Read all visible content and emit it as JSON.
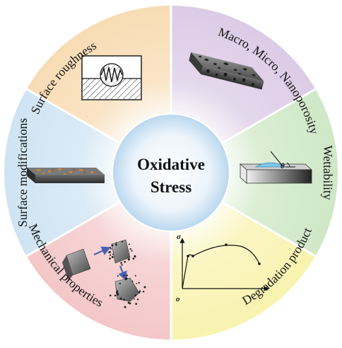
{
  "center": {
    "line1": "Oxidative",
    "line2": "Stress"
  },
  "segments": [
    {
      "id": "surface-roughness",
      "label": "Surface roughness",
      "color": "#f8dcb4"
    },
    {
      "id": "porosity",
      "label": "Macro, Micro, Nanoporosity",
      "color": "#dccbe6"
    },
    {
      "id": "wettability",
      "label": "Wettability",
      "color": "#cfe8c6"
    },
    {
      "id": "mechanical",
      "label": "Mechanical properties",
      "color": "#f9f3b0"
    },
    {
      "id": "degradation",
      "label": "Degradation product",
      "color": "#f4c7c8"
    },
    {
      "id": "surface-mod",
      "label": "Surface modifications",
      "color": "#cfe4f3"
    }
  ],
  "wettability_angle_label": "θ",
  "mechanical_axes": {
    "y": "σ",
    "origin": "o"
  }
}
